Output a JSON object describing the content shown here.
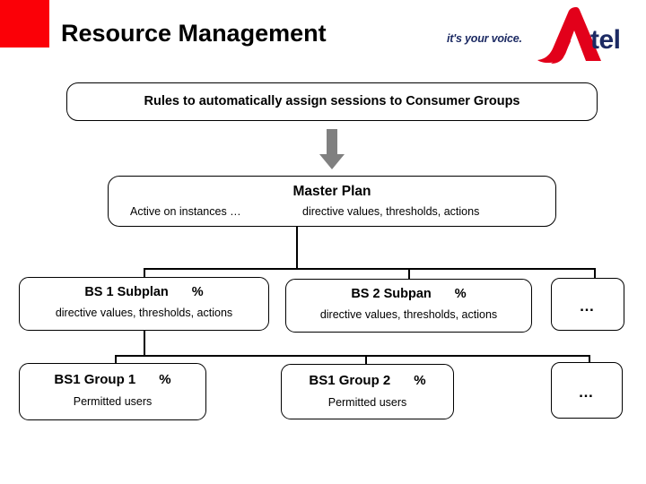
{
  "slide": {
    "title": "Resource Management",
    "accent_red": "#fb0007",
    "logo": {
      "tagline": "it's your voice.",
      "mark": "M",
      "wordmark": "tel",
      "mark_color": "#e2001a",
      "text_color": "#1c2a63"
    }
  },
  "diagram": {
    "banner": {
      "label": "Rules to automatically assign sessions to Consumer Groups"
    },
    "arrow": {
      "direction": "down",
      "color": "#808080"
    },
    "master_plan": {
      "title": "Master Plan",
      "left_text": "Active on instances …",
      "right_text": "directive values, thresholds, actions"
    },
    "subplans": [
      {
        "title": "BS 1 Subplan",
        "percent": "%",
        "sub": "directive values, thresholds, actions"
      },
      {
        "title": "BS 2 Subpan",
        "percent": "%",
        "sub": "directive values, thresholds, actions"
      },
      {
        "title": "…"
      }
    ],
    "groups": [
      {
        "title": "BS1 Group 1",
        "percent": "%",
        "sub": "Permitted users"
      },
      {
        "title": "BS1 Group 2",
        "percent": "%",
        "sub": "Permitted users"
      },
      {
        "title": "…"
      }
    ]
  }
}
